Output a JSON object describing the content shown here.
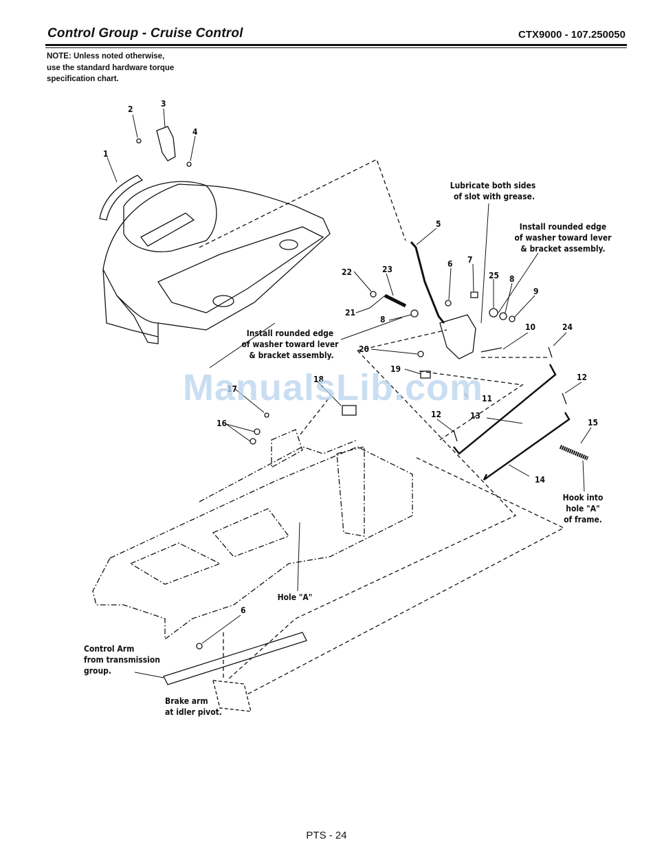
{
  "header": {
    "title": "Control Group - Cruise Control",
    "model": "CTX9000 - 107.250050"
  },
  "note": {
    "lines": [
      "NOTE: Unless noted otherwise,",
      "use the standard hardware torque",
      "specification chart."
    ]
  },
  "callouts": [
    "1",
    "2",
    "3",
    "4",
    "5",
    "6",
    "7",
    "8",
    "9",
    "10",
    "11",
    "12",
    "13",
    "14",
    "15",
    "16",
    "17",
    "18",
    "19",
    "20",
    "21",
    "22",
    "23",
    "24",
    "25"
  ],
  "annotations": {
    "lubricate": [
      "Lubricate both sides",
      "of slot with grease."
    ],
    "washer_right": [
      "Install rounded edge",
      "of washer toward lever",
      "& bracket assembly."
    ],
    "washer_left": [
      "Install rounded edge",
      "of washer toward lever",
      "& bracket assembly."
    ],
    "hook": [
      "Hook into",
      "hole \"A\"",
      "of frame."
    ],
    "hole_a": "Hole \"A\"",
    "control_arm": [
      "Control Arm",
      "from transmission",
      "group."
    ],
    "brake_arm": [
      "Brake arm",
      "at idler pivot."
    ]
  },
  "watermark": "ManualsLib.com",
  "footer": {
    "page": "PTS - 24"
  }
}
